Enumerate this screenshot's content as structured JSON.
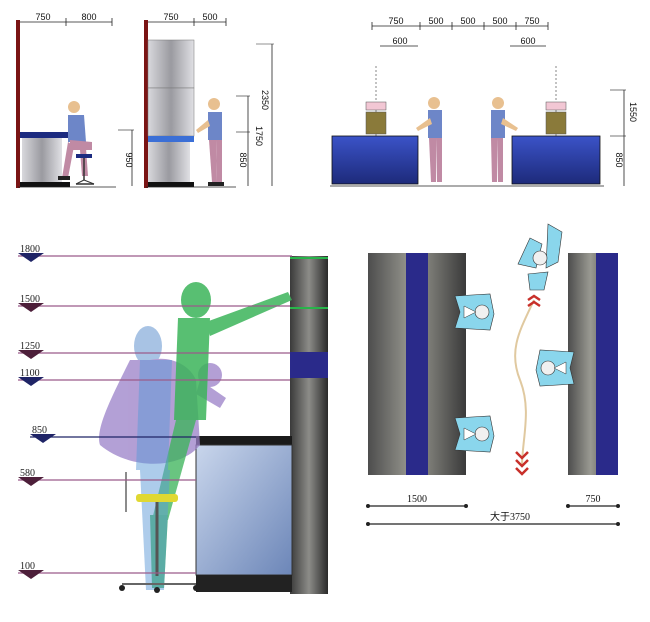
{
  "panel_seated_side": {
    "top_dims": [
      "750",
      "800"
    ],
    "height_dims": [
      "950"
    ]
  },
  "panel_standing_side": {
    "top_dims": [
      "750",
      "500"
    ],
    "height_dims": [
      "2350",
      "1750",
      "850"
    ]
  },
  "panel_front_two_counters": {
    "top_dims": [
      "750",
      "500",
      "500",
      "500",
      "750"
    ],
    "sub_dims": [
      "600",
      "600"
    ],
    "height_dims": [
      "1550",
      "850"
    ]
  },
  "panel_reach_levels": {
    "levels": [
      "1800",
      "1500",
      "1250",
      "1100",
      "850",
      "580",
      "100"
    ]
  },
  "panel_plan_view": {
    "bottom_dims": [
      "1500",
      "750"
    ],
    "total_dim": "大于3750"
  },
  "colors": {
    "counter_blue": "#2b3d9a",
    "cabinet_grey": "#7d7d7d",
    "figure_green": "#3cb45a",
    "figure_purple": "#8a74b8",
    "level_line": "#9b5b8a",
    "arrow_red": "#c8302a"
  }
}
